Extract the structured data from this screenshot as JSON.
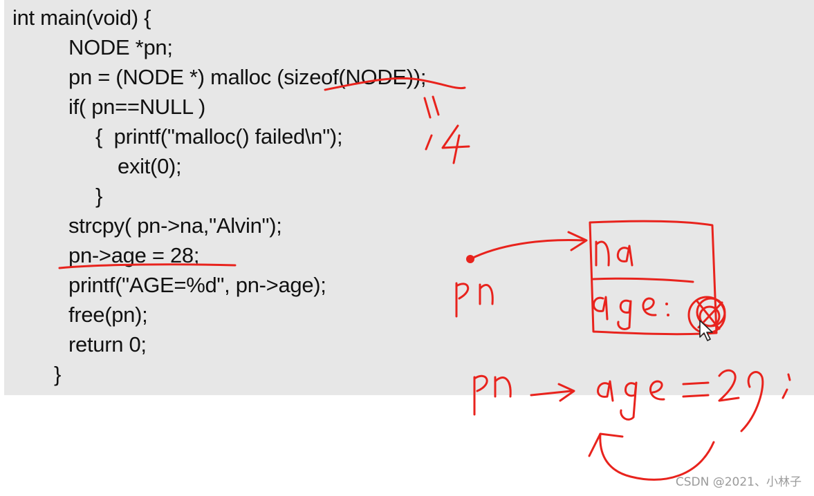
{
  "code": {
    "lines": [
      "int main(void) {",
      "NODE *pn;",
      "pn = (NODE *) malloc (sizeof(NODE));",
      "if( pn==NULL )",
      "{  printf(\"malloc() failed\\n\");",
      "exit(0);",
      "}",
      "strcpy( pn->na,\"Alvin\");",
      "pn->age = 28;",
      "printf(\"AGE=%d\", pn->age);",
      "free(pn);",
      "return 0;",
      "}"
    ]
  },
  "annotations": {
    "size_note": "14",
    "pointer_label": "pn",
    "field_na": "na",
    "field_age": "age:",
    "handwritten_statement": "pn -> age = 29;"
  },
  "watermark": "CSDN @2021、小林子",
  "colors": {
    "ink": "#e8231d",
    "slide_bg": "#e7e7e7",
    "text": "#111111"
  }
}
